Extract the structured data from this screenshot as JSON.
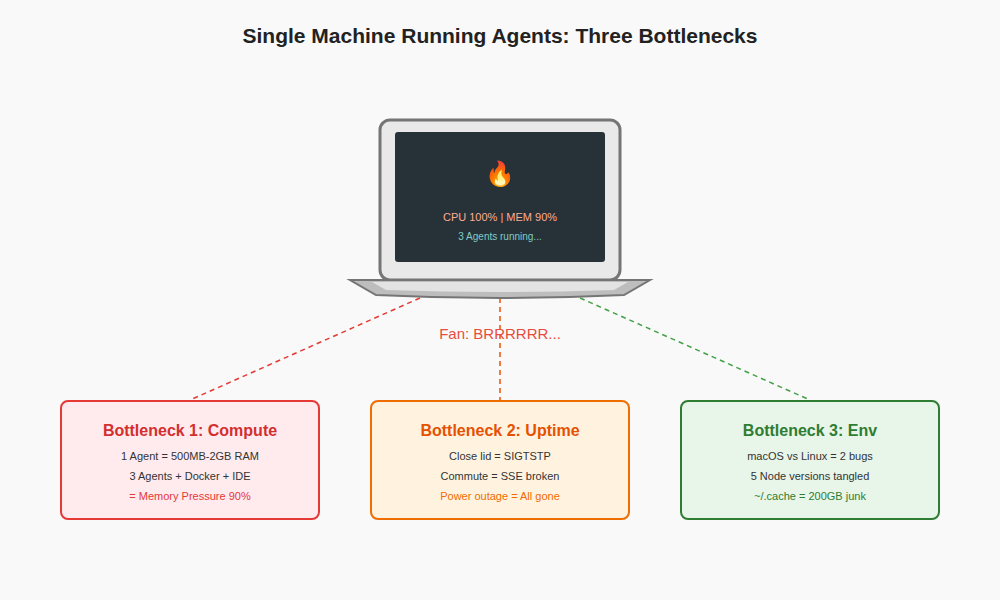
{
  "diagram": {
    "title": "Single Machine Running Agents: Three Bottlenecks",
    "nodes": [
      {
        "text": [
          "🔥",
          "CPU 100% | MEM 90%",
          "3 Agents running..."
        ]
      },
      {
        "text": [
          "Bottleneck 1: Compute",
          "1 Agent = 500MB-2GB RAM",
          "3 Agents + Docker + IDE",
          "= Memory Pressure 90%"
        ]
      },
      {
        "text": [
          "Bottleneck 2: Uptime",
          "Close lid = SIGTSTP",
          "Commute = SSE broken",
          "Power outage = All gone"
        ]
      },
      {
        "text": [
          "Bottleneck 3: Env",
          "macOS vs Linux = 2 bugs",
          "5 Node versions tangled",
          "~/.cache = 200GB junk"
        ]
      }
    ],
    "edges": [
      {
        "from": 0,
        "to": 1,
        "arrow": "none"
      },
      {
        "from": 0,
        "to": 2,
        "arrow": "none"
      },
      {
        "from": 0,
        "to": 3,
        "arrow": "none"
      }
    ],
    "labels": [
      "Fan: BRRRRRR..."
    ]
  }
}
